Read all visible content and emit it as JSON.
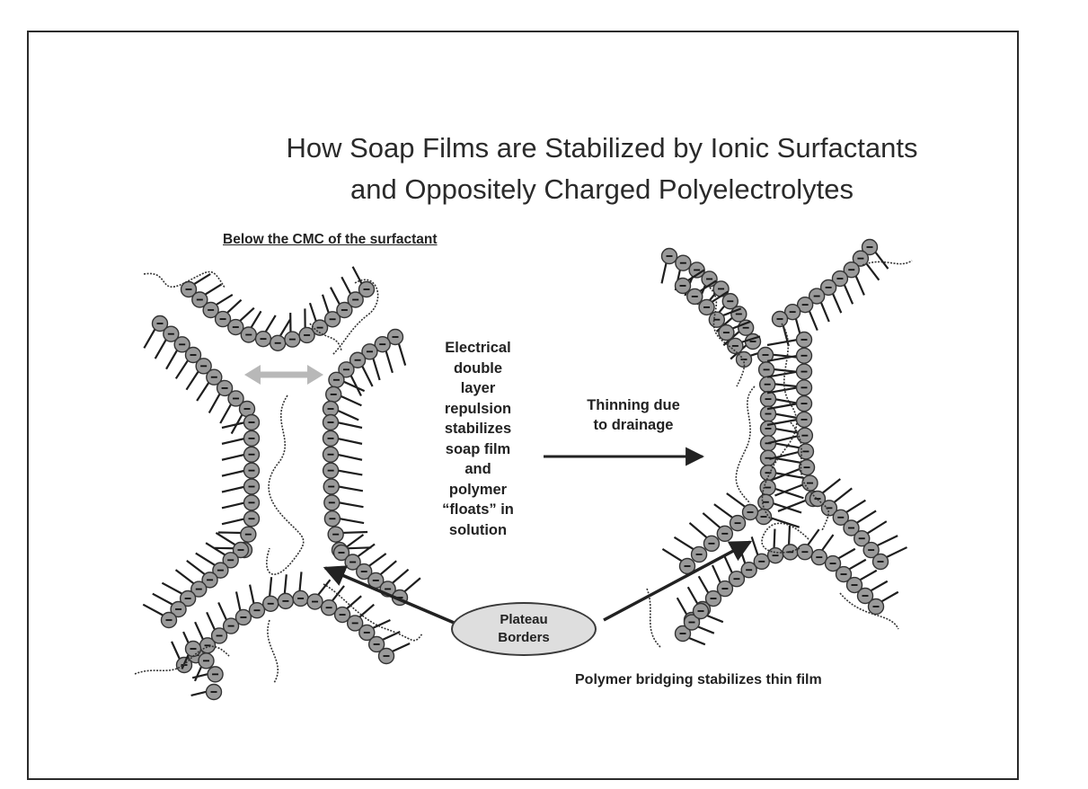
{
  "title": {
    "line1": "How Soap Films are Stabilized by Ionic Surfactants",
    "line2": "and Oppositely Charged Polyelectrolytes"
  },
  "left_panel": {
    "heading": "Below the CMC of the surfactant"
  },
  "center_note": {
    "lines": [
      "Electrical",
      "double",
      "layer",
      "repulsion",
      "stabilizes",
      "soap film",
      "and",
      "polymer",
      "“floats” in",
      "solution"
    ]
  },
  "process_arrow": {
    "lines": [
      "Thinning due",
      "to drainage"
    ]
  },
  "plateau_label": {
    "lines": [
      "Plateau",
      "Borders"
    ]
  },
  "right_panel": {
    "caption": "Polymer bridging stabilizes thin film"
  },
  "colors": {
    "text": "#222222",
    "bead_fill": "#9a9a9a",
    "tail": "#1e1e1e",
    "polymer": "#333333",
    "plateau_fill": "#dedede",
    "repulsion_arrow": "#b8b8b8"
  },
  "icons": {
    "head_group_charge": "minus-sign"
  }
}
